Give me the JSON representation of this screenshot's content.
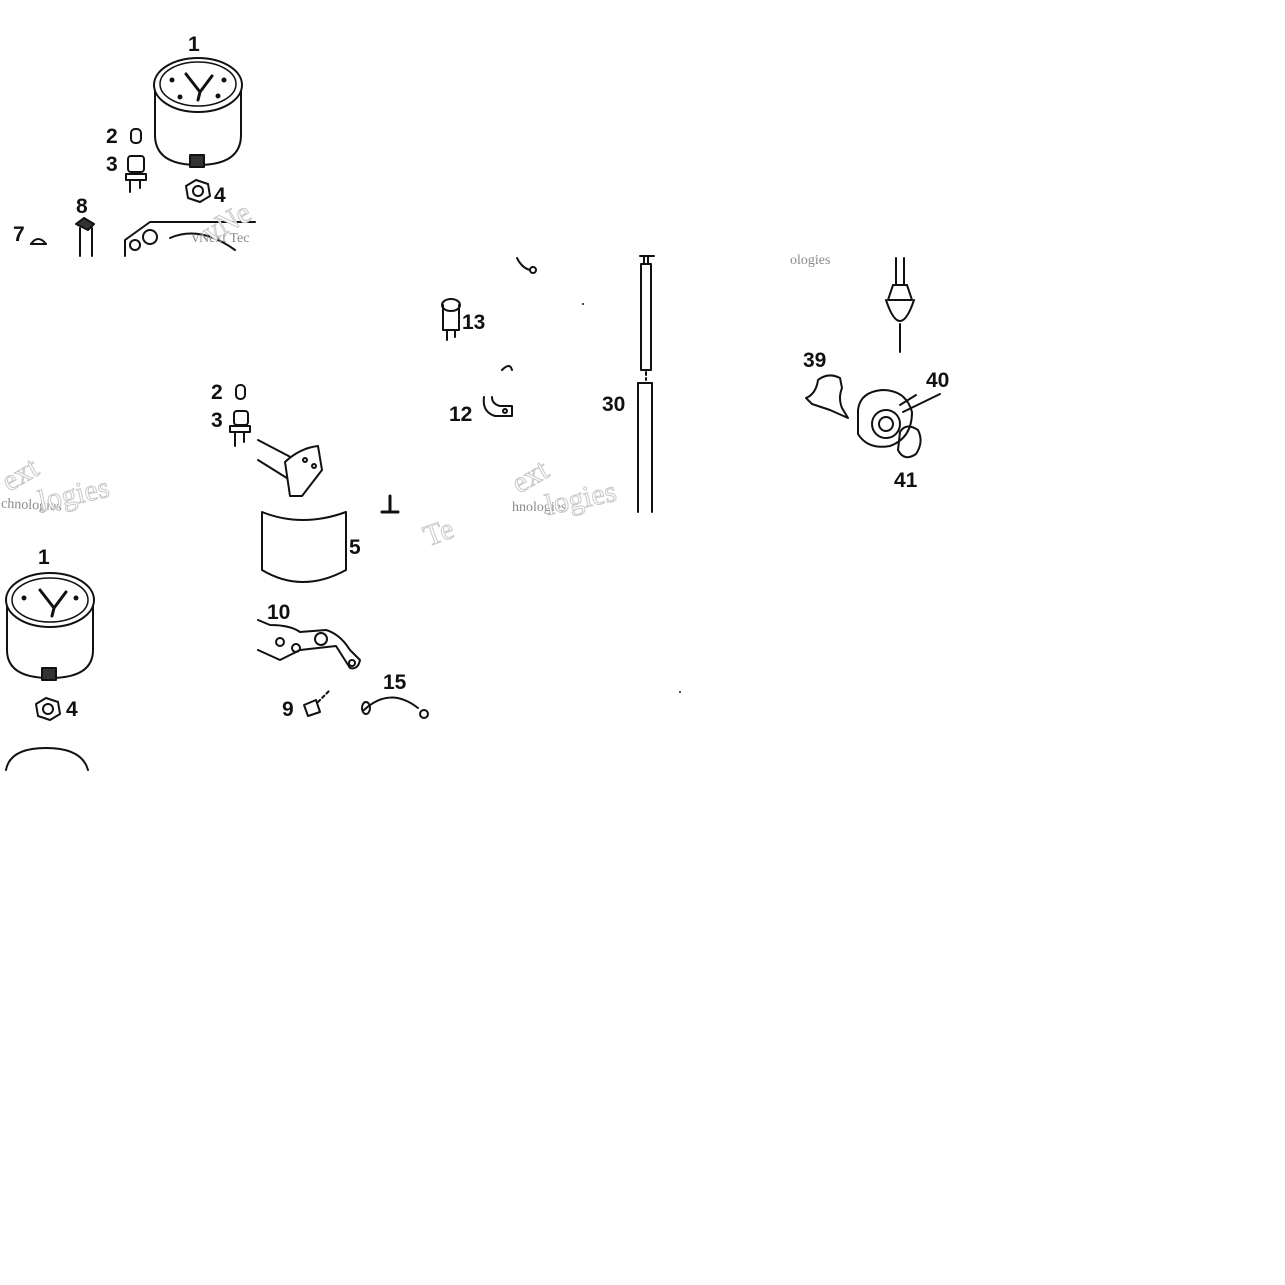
{
  "diagram": {
    "callouts": {
      "c1_top": "1",
      "c2_top": "2",
      "c3_top": "3",
      "c4_top": "4",
      "c8": "8",
      "c7": "7",
      "c13": "13",
      "c12": "12",
      "c30": "30",
      "c39": "39",
      "c40": "40",
      "c41": "41",
      "c2_mid": "2",
      "c3_mid": "3",
      "c5": "5",
      "c10": "10",
      "c9": "9",
      "c15": "15",
      "c1_bottom": "1",
      "c4_bottom": "4"
    },
    "watermark": {
      "brand_fragment": "vNext Tec",
      "word_fragment_1": "hnologies",
      "word_fragment_2": "chnologies",
      "word_fragment_3": "ologies",
      "big_fragment_1": "vNe",
      "big_fragment_2": "ext",
      "big_fragment_3": "logies",
      "big_fragment_4": "Te",
      "big_fragment_5": "ext",
      "big_fragment_6": "logies"
    }
  }
}
